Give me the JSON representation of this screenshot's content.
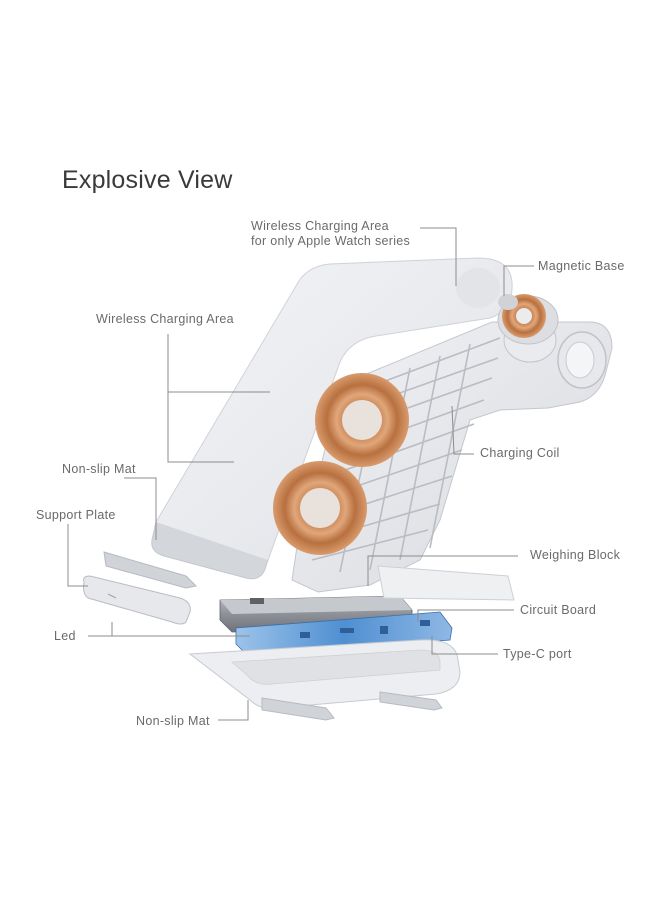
{
  "diagram": {
    "title": "Explosive View",
    "labels": {
      "watch_area_line1": "Wireless Charging Area",
      "watch_area_line2": "for only Apple Watch series",
      "magnetic_base": "Magnetic Base",
      "wireless_area": "Wireless Charging Area",
      "charging_coil": "Charging  Coil",
      "non_slip_mat_top": "Non-slip Mat",
      "support_plate": "Support Plate",
      "weighing_block": "Weighing Block",
      "circuit_board": "Circuit  Board",
      "led": "Led",
      "type_c_port": "Type-C port",
      "non_slip_mat_bottom": "Non-slip Mat"
    },
    "colors": {
      "shell": "#ebedf1",
      "shell_shadow": "#c9ccd2",
      "coil": "#c98a5c",
      "board": "#5c95d4",
      "metal": "#9a9ea4",
      "leader": "#8c8c8c"
    }
  }
}
